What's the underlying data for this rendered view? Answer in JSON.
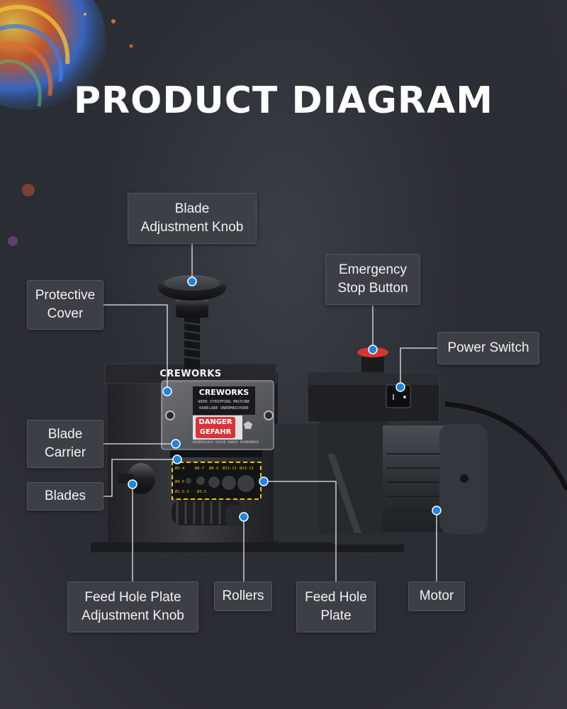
{
  "title": "PRODUCT DIAGRAM",
  "accent_color": "#1e86e0",
  "labels": {
    "blade_adjustment_knob": "Blade\nAdjustment Knob",
    "protective_cover": "Protective\nCover",
    "emergency_stop_button": "Emergency\nStop Button",
    "power_switch": "Power Switch",
    "blade_carrier": "Blade\nCarrier",
    "blades": "Blades",
    "feed_hole_plate_adjustment_knob": "Feed Hole Plate\nAdjustment Knob",
    "rollers": "Rollers",
    "feed_hole_plate": "Feed Hole\nPlate",
    "motor": "Motor"
  },
  "machine": {
    "brand": "CREWORKS",
    "plate_brand": "CREWORKS",
    "plate_description": "WIRE STRIPPING MACHINE\nKABELABE ONERMASCHINE",
    "danger_text": "DANGER\nGEFAHR",
    "plate_footer": "KDOREKLOCK GAFAR    DANGE PEHMANDEN",
    "hole_labels": [
      "Ø3-4",
      "Ø6-7",
      "Ø8-9",
      "Ø13-11",
      "Ø13-13",
      "Ø4-5",
      "Ø1.5-3",
      "Ø3.5"
    ]
  }
}
